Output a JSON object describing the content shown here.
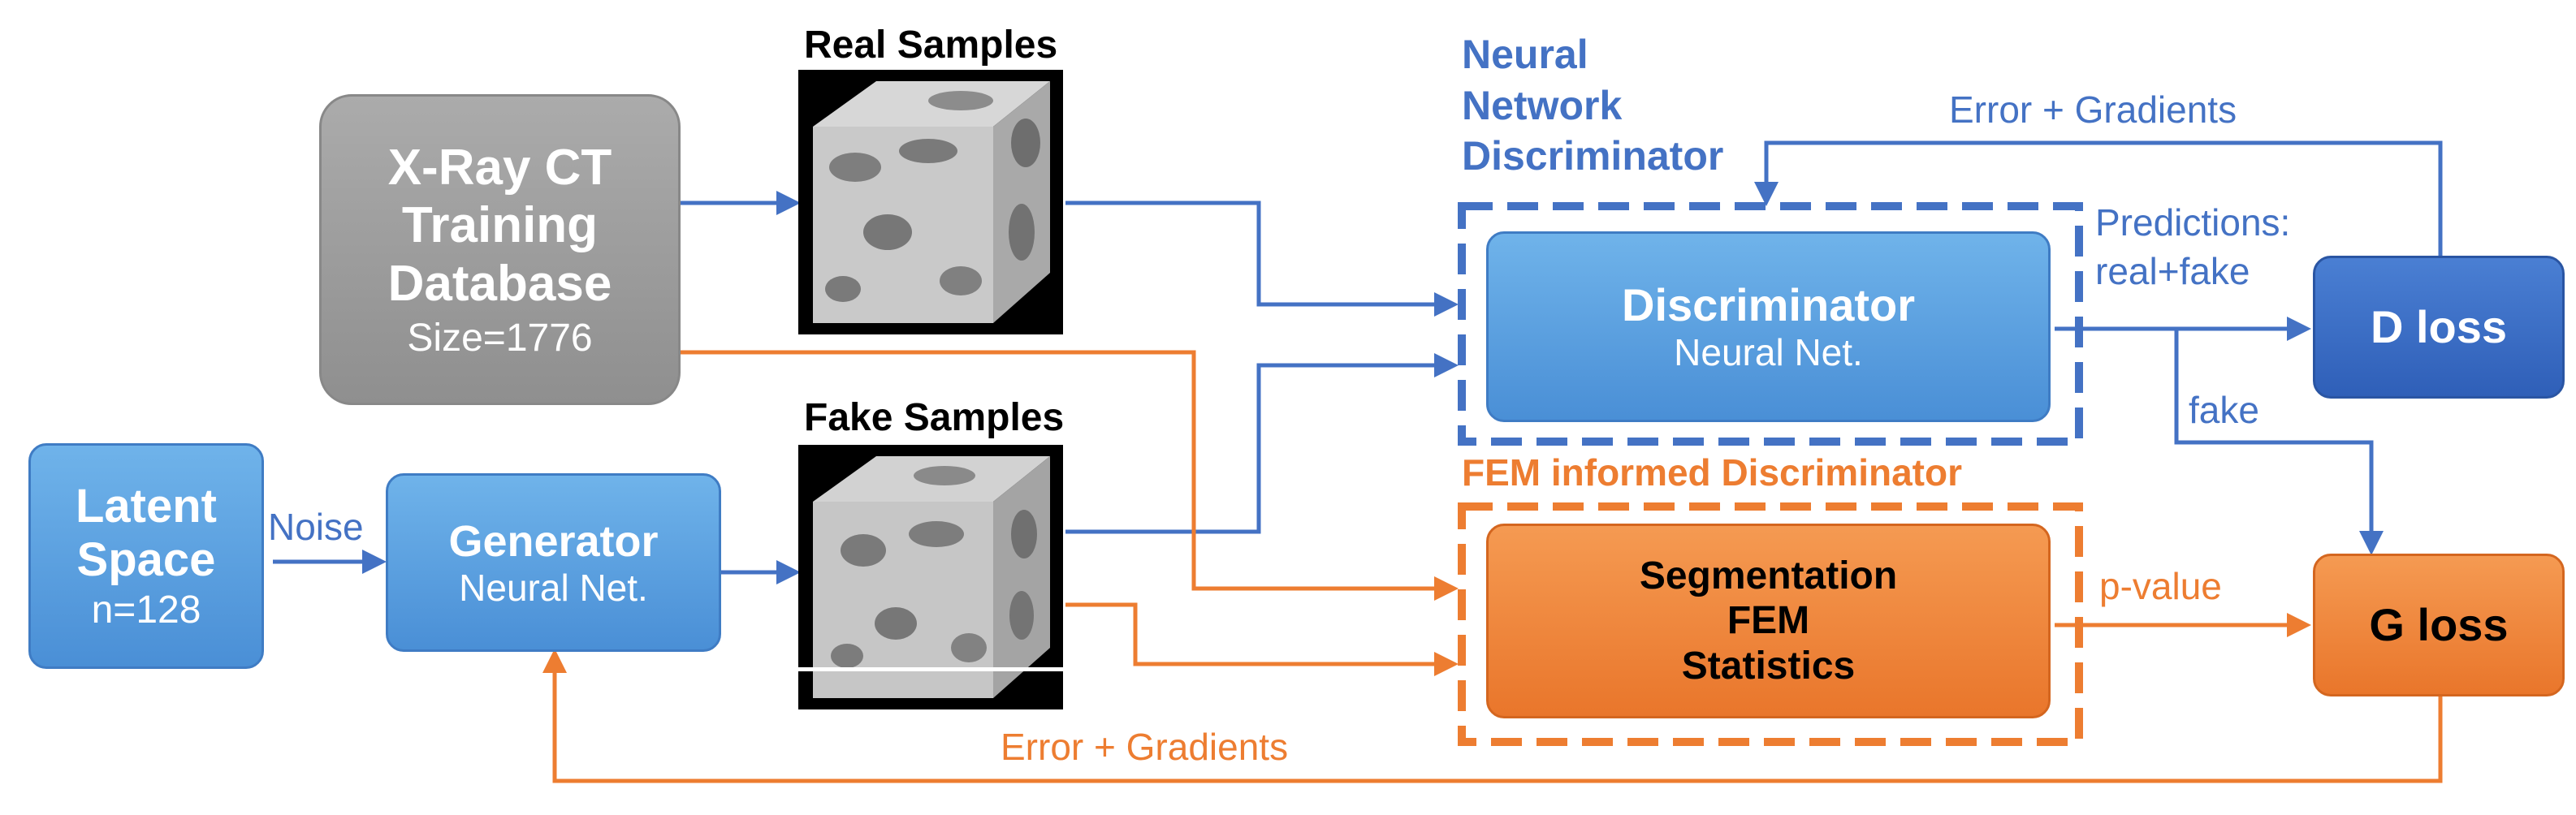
{
  "colors": {
    "blue": "#4472c4",
    "orange": "#ed7d31",
    "grey": "#9e9e9e"
  },
  "xray": {
    "line1": "X-Ray CT",
    "line2": "Training",
    "line3": "Database",
    "size": "Size=1776"
  },
  "latent": {
    "line1": "Latent",
    "line2": "Space",
    "n": "n=128"
  },
  "noise_label": "Noise",
  "generator": {
    "title": "Generator",
    "sub": "Neural Net."
  },
  "real_samples_label": "Real Samples",
  "fake_samples_label": "Fake Samples",
  "nn_discriminator_label": {
    "line1": "Neural",
    "line2": "Network",
    "line3": "Discriminator"
  },
  "discriminator": {
    "title": "Discriminator",
    "sub": "Neural Net."
  },
  "fem_label": "FEM informed Discriminator",
  "fem_box": {
    "line1": "Segmentation",
    "line2": "FEM",
    "line3": "Statistics"
  },
  "predictions_label": {
    "line1": "Predictions:",
    "line2": "real+fake"
  },
  "d_loss": "D loss",
  "g_loss": "G loss",
  "fake_label": "fake",
  "pvalue_label": "p-value",
  "error_gradients_top": "Error + Gradients",
  "error_gradients_bottom": "Error + Gradients"
}
